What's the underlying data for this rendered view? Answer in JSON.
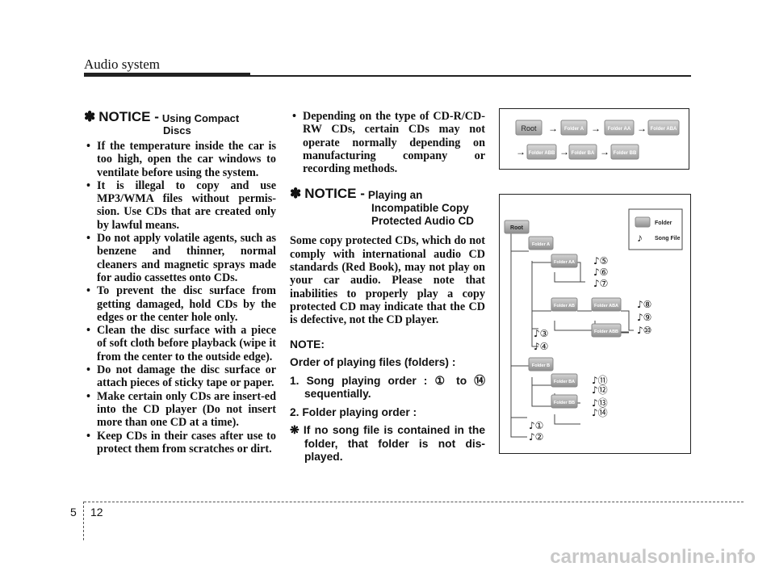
{
  "header": {
    "title": "Audio system"
  },
  "notice1": {
    "mark": "✽",
    "label": "NOTICE -",
    "sub1": "Using Compact",
    "sub2": "Discs",
    "bullets": [
      "If the temperature inside the car is too high, open the car windows to ventilate before using the system.",
      "It is illegal to copy and use MP3/WMA files without permis-sion. Use CDs that are created only by lawful means.",
      "Do not apply volatile agents, such as benzene and thinner, normal cleaners and magnetic sprays made for audio cassettes onto CDs.",
      "To prevent the disc surface from getting damaged, hold CDs by the edges or the center hole only.",
      "Clean the disc surface with a piece of soft cloth before playback (wipe it from the center to the outside edge).",
      "Do not damage the disc surface or attach pieces of sticky tape or paper.",
      "Make certain only CDs are insert-ed into the CD player (Do not insert more than one CD at a time).",
      "Keep CDs in their cases after use to protect them from scratches or dirt."
    ],
    "bullet_col2": "Depending on the type of CD-R/CD-RW CDs, certain CDs may not operate normally depending on manufacturing company or recording methods."
  },
  "notice2": {
    "mark": "✽",
    "label": "NOTICE -",
    "sub1": "Playing an",
    "sub2": "Incompatible Copy",
    "sub3": "Protected Audio CD",
    "body": "Some copy protected CDs, which do not comply with international audio CD standards (Red Book), may not play on your car audio. Please note that inabilities to properly play a copy protected CD may indicate that the CD is defective, not the CD player."
  },
  "note": {
    "title": "NOTE:",
    "line1": "Order of playing files (folders) :",
    "line2": "1. Song playing order : ① to ⑭ sequentially.",
    "line3": "2. Folder playing order :",
    "line4": "❋ If no song file is contained in the folder, that folder is not dis-played."
  },
  "figure_top": {
    "row1": [
      "Root",
      "Folder A",
      "Folder AA",
      "Folder ABA"
    ],
    "row2": [
      "Folder ABB",
      "Folder BA",
      "Folder BB"
    ],
    "arrow": "→"
  },
  "figure_tree": {
    "legend_folder": "Folder",
    "legend_song": "Song File",
    "folders": [
      "Root",
      "Folder A",
      "Folder AA",
      "Folder AB",
      "Folder ABA",
      "Folder ABB",
      "Folder B",
      "Folder BA",
      "Folder BB"
    ],
    "songs": [
      "①",
      "②",
      "③",
      "④",
      "⑤",
      "⑥",
      "⑦",
      "⑧",
      "⑨",
      "⑩",
      "⑪",
      "⑫",
      "⑬",
      "⑭"
    ],
    "note_glyph": "♪"
  },
  "footer": {
    "section": "5",
    "page": "12",
    "watermark": "carmanualsonline.info"
  }
}
